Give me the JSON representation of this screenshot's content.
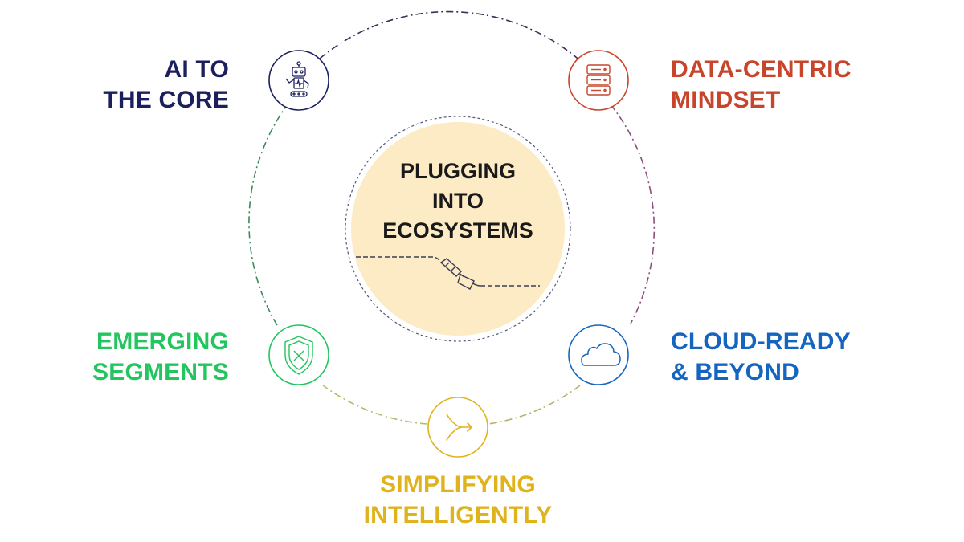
{
  "center": {
    "lines": [
      "PLUGGING",
      "INTO",
      "ECOSYSTEMS"
    ],
    "fill": "#FCEBC4",
    "icon": "plug-connect-icon"
  },
  "nodes": [
    {
      "id": "ai",
      "lines": [
        "AI TO",
        "THE CORE"
      ],
      "color": "#1B1F5E",
      "icon": "robot-icon"
    },
    {
      "id": "data",
      "lines": [
        "DATA-CENTRIC",
        "MINDSET"
      ],
      "color": "#C8442B",
      "icon": "database-icon"
    },
    {
      "id": "cloud",
      "lines": [
        "CLOUD-READY",
        "& BEYOND"
      ],
      "color": "#1565C0",
      "icon": "cloud-icon"
    },
    {
      "id": "simplify",
      "lines": [
        "SIMPLIFYING",
        "INTELLIGENTLY"
      ],
      "color": "#E0B31C",
      "icon": "merge-arrow-icon"
    },
    {
      "id": "emerging",
      "lines": [
        "EMERGING",
        "SEGMENTS"
      ],
      "color": "#22C55E",
      "icon": "shield-x-icon"
    }
  ]
}
